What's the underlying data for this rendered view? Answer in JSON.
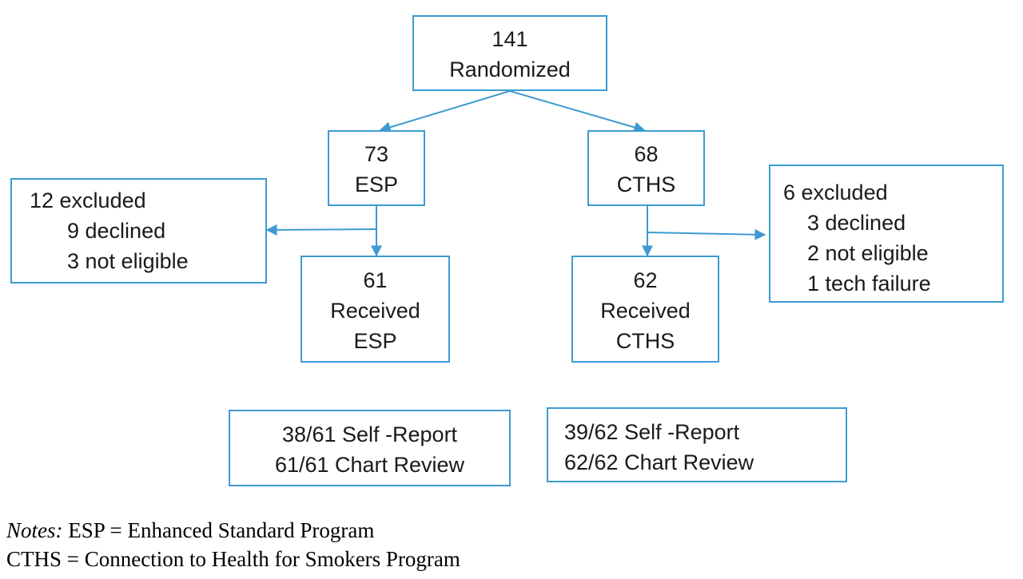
{
  "colors": {
    "box_border": "#3d9bd1",
    "arrow": "#3d9bd1",
    "text": "#1a1a1a"
  },
  "randomized": {
    "count": "141",
    "label": "Randomized"
  },
  "esp": {
    "count": "73",
    "label": "ESP"
  },
  "cths": {
    "count": "68",
    "label": "CTHS"
  },
  "esp_excluded": {
    "title": "12 excluded",
    "items": [
      "9 declined",
      "3 not eligible"
    ]
  },
  "cths_excluded": {
    "title": "6 excluded",
    "items": [
      "3 declined",
      "2 not eligible",
      "1 tech failure"
    ]
  },
  "esp_received": {
    "count": "61",
    "label1": "Received",
    "label2": "ESP"
  },
  "cths_received": {
    "count": "62",
    "label1": "Received",
    "label2": "CTHS"
  },
  "esp_outcomes": {
    "line1": "38/61 Self -Report",
    "line2": "61/61 Chart Review"
  },
  "cths_outcomes": {
    "line1": "39/62 Self -Report",
    "line2": "62/62 Chart Review"
  },
  "notes": {
    "label": "Notes:",
    "line1_rest": "ESP = Enhanced Standard Program",
    "line2": "CTHS = Connection to Health for Smokers Program"
  }
}
